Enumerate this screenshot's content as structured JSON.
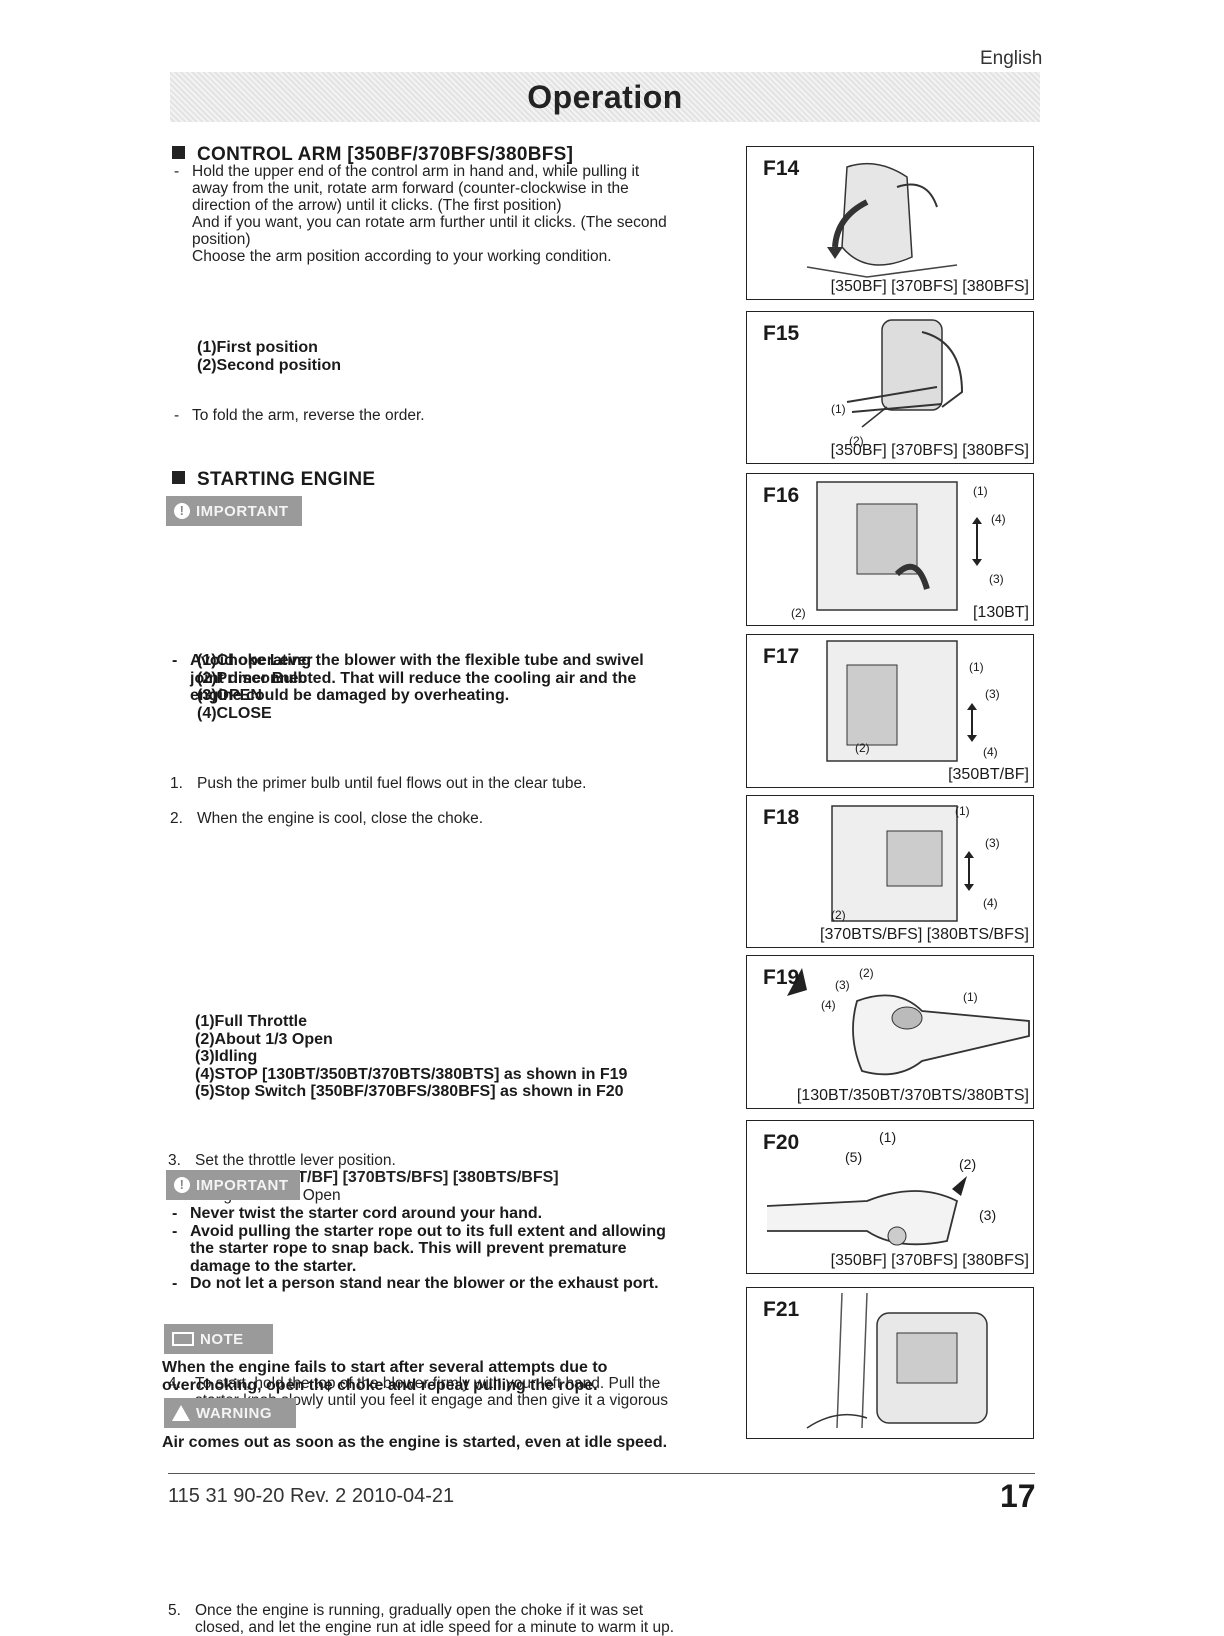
{
  "header": {
    "language": "English",
    "title": "Operation"
  },
  "control_arm": {
    "heading": "CONTROL ARM [350BF/370BFS/380BFS]",
    "para1_lines": [
      "Hold the upper end of the control arm in hand and, while pulling it",
      "away from the unit, rotate arm forward (counter-clockwise in the",
      "direction of the arrow) until it clicks. (The first position)",
      "And if you want, you can rotate arm further until it clicks. (The second",
      "position)",
      "Choose the arm position according to your working condition."
    ],
    "para2": "To fold the arm, reverse the order.",
    "positions": [
      "(1)First position",
      "(2)Second position"
    ]
  },
  "starting_engine": {
    "heading": "STARTING ENGINE",
    "important_label": "IMPORTANT",
    "important_text_lines": [
      "Avoid operating the blower with the flexible tube and swivel",
      "joint disconnected. That will reduce the cooling air and the",
      "engine could be damaged by overheating."
    ],
    "step1": "Push the primer bulb until fuel flows out in the clear tube.",
    "step2": "When the engine is cool, close the choke.",
    "choke_parts": [
      "(1)Choke Lever",
      "(2)Primer Bulb",
      "(3)OPEN",
      "(4)CLOSE"
    ],
    "step3": "Set the throttle lever position.",
    "step3_models": "[130BT][350BT/BF] [370BTS/BFS] [380BTS/BFS]",
    "step3_setting": "IdlingAbout 1/3 Open",
    "throttle_parts": [
      "(1)Full Throttle",
      "(2)About 1/3 Open",
      "(3)Idling",
      "(4)STOP [130BT/350BT/370BTS/380BTS] as shown in F19",
      "(5)Stop Switch [350BF/370BFS/380BFS] as shown in F20"
    ],
    "step4_lines": [
      "To start, hold the top of the blower firmly with your left hand. Pull the",
      "starter knob slowly until you feel it engage and then give it a vigorous",
      "strong pull."
    ],
    "important2_label": "IMPORTANT",
    "important2_items": [
      [
        "Never twist the starter cord around your hand."
      ],
      [
        "Avoid pulling the starter rope out to its full extent and allowing",
        "the starter rope to snap back. This will prevent premature",
        "damage to the starter."
      ],
      [
        "Do not let a person stand near the blower or the exhaust port."
      ]
    ],
    "step5_lines": [
      "Once the engine is running, gradually open the choke if it was set",
      "closed, and let the engine run at idle speed for a minute to warm it up."
    ],
    "note_label": "NOTE",
    "note_text_lines": [
      "When the engine fails to start after several attempts due to",
      "overchoking, open the choke and repeat pulling the rope."
    ],
    "warning_label": "WARNING",
    "warning_text": "Air comes out as soon as the engine is started, even at idle speed."
  },
  "figures": [
    {
      "id": "F14",
      "caption": "[350BF] [370BFS] [380BFS]"
    },
    {
      "id": "F15",
      "caption": "[350BF] [370BFS] [380BFS]",
      "labels": [
        "(1)",
        "(2)"
      ]
    },
    {
      "id": "F16",
      "caption": "[130BT]",
      "labels": [
        "(1)",
        "(4)",
        "(3)",
        "(2)"
      ]
    },
    {
      "id": "F17",
      "caption": "[350BT/BF]",
      "labels": [
        "(1)",
        "(3)",
        "(4)",
        "(2)"
      ]
    },
    {
      "id": "F18",
      "caption": "[370BTS/BFS] [380BTS/BFS]",
      "labels": [
        "(1)",
        "(3)",
        "(4)",
        "(2)"
      ]
    },
    {
      "id": "F19",
      "caption": "[130BT/350BT/370BTS/380BTS]",
      "labels": [
        "(3)",
        "(2)",
        "(4)",
        "(1)"
      ]
    },
    {
      "id": "F20",
      "caption": "[350BF] [370BFS] [380BFS]",
      "labels": [
        "(1)",
        "(5)",
        "(2)",
        "(3)"
      ]
    },
    {
      "id": "F21"
    }
  ],
  "footer": {
    "doc_number": "115 31 90-20 Rev. 2 2010-04-21",
    "page_number": "17"
  },
  "colors": {
    "badge_gray": "#9a9a9a",
    "text": "#1a1a1a"
  }
}
